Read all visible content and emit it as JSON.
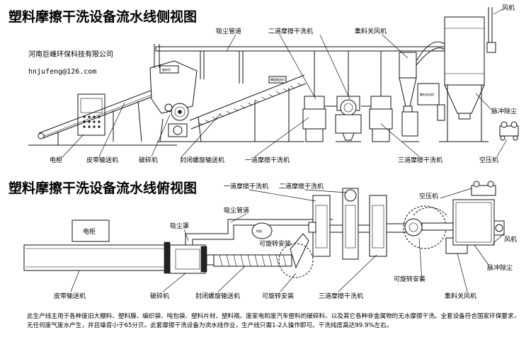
{
  "side_view": {
    "title": "塑料摩擦干洗设备流水线侧视图",
    "company_name": "河南巨峰环保科技有限公司",
    "company_email": "hnjufeng@126.com",
    "labels": {
      "dust_duct": "吸尘管道",
      "second_washer": "二道摩擦干洗机",
      "feed_fan": "集料关风机",
      "fan": "风机",
      "pulse_dust": "脉冲除尘",
      "cabinet": "电柜",
      "belt": "皮带输送机",
      "crusher": "破碎机",
      "screw": "封闭螺旋输送机",
      "first_washer": "一道摩擦干洗机",
      "third_washer": "三道摩擦干洗机",
      "compressor": "空压机"
    }
  },
  "top_view": {
    "title": "塑料摩擦干洗设备流水线俯视图",
    "labels": {
      "first_washer": "一道摩擦干洗机",
      "second_washer": "二道摩擦干洗机",
      "compressor": "空压机",
      "dust_duct": "吸尘管道",
      "dust_hood": "吸尘罩",
      "cabinet": "电柜",
      "fan": "风机",
      "rotary_left": "可旋转安装",
      "rotary_right": "可旋转安装",
      "pulse_dust": "脉冲除尘",
      "belt": "皮带输送机",
      "crusher": "破碎机",
      "screw": "封闭螺旋输送机",
      "rotary_mid": "可旋转安装",
      "third_washer": "三道摩擦干洗机",
      "feed_fan": "集料关风机"
    }
  },
  "description": "此生产线主用于各种废旧大棚料、塑料膜、编织袋、吨包袋、塑料片材、塑料瓶、废家电和废汽车塑料的破碎料、以及其它各种非金属物的无水摩擦干洗。全套设备符合国家环保要求，无任何废气废水产生，并且噪音小于65分贝。此套摩擦干洗设备为流水线作业，生产线只需1-2人操作即可。干洗纯度高达99.9%左右。"
}
